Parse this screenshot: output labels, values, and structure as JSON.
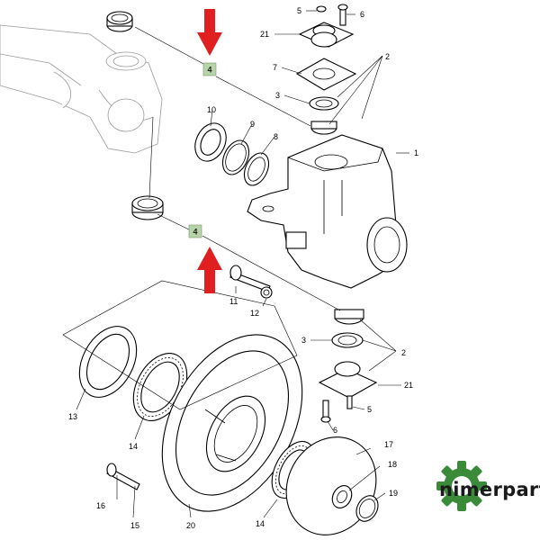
{
  "callouts": {
    "p1": "1",
    "p2a": "2",
    "p2b": "2",
    "p3a": "3",
    "p3b": "3",
    "p4a": "4",
    "p4b": "4",
    "p5a": "5",
    "p5b": "5",
    "p6a": "6",
    "p6b": "6",
    "p7": "7",
    "p8": "8",
    "p9": "9",
    "p10": "10",
    "p11": "11",
    "p12": "12",
    "p13": "13",
    "p14a": "14",
    "p14b": "14",
    "p15": "15",
    "p16": "16",
    "p17": "17",
    "p18": "18",
    "p19": "19",
    "p20": "20",
    "p21a": "21",
    "p21b": "21"
  },
  "brand": {
    "name": "nimerparts",
    "gear_color": "#3a8a3a",
    "text_color": "#1a1a1a"
  },
  "colors": {
    "arrow": "#e02020",
    "ref_box": "#b7d4a8",
    "line": "#000000",
    "ghost_line": "#9a9a9a"
  },
  "icons": {
    "arrow_down": "arrow-down-icon",
    "arrow_up": "arrow-up-icon",
    "brand_gear": "gear-icon"
  }
}
